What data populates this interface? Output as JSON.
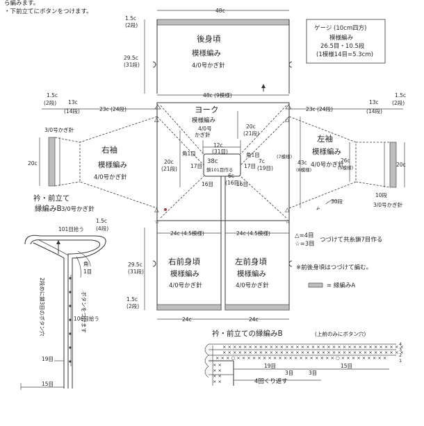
{
  "header": {
    "line1": "ら編みます。",
    "line2": "・下前立てにボタンをつけます。"
  },
  "gauge": {
    "title": "ゲージ (10cm四方)",
    "line1": "模様編み",
    "line2": "26.5目・10.5段",
    "line3": "(1模様14目=5.3cm)"
  },
  "back": {
    "title": "後身頃",
    "pattern": "模様編み",
    "hook": "4/0号かぎ針",
    "width_top": "48c",
    "width_mid": "48c (9模様)",
    "border_h": "1.5c",
    "border_rows": "(2段)",
    "height": "29.5c",
    "height_rows": "(31段)"
  },
  "yoke": {
    "title": "ヨーク",
    "pattern": "模様編み",
    "hook": "4/0号",
    "hook2": "かぎ針",
    "depth": "20c",
    "depth_rows": "(21段)",
    "inner_w": "12c",
    "inner_rows": "(31目)",
    "center": "38c",
    "center_sub": "鎖101目作る",
    "corner": "角1目",
    "side_v": "17目",
    "bottom_v": "16目",
    "small": "6c",
    "small_rows": "(16目)",
    "right_side": "7c",
    "right_side_rows": "(19目)"
  },
  "right_sleeve": {
    "title": "右袖",
    "pattern": "模様編み",
    "hook": "4/0号かぎ針",
    "cuff_hook": "3/0号かぎ針",
    "cuff_w": "20c",
    "top_w": "23c (24段)",
    "top_13": "13c",
    "top_13_rows": "(14段)",
    "top_15": "1.5c",
    "top_15_rows": "(2段)"
  },
  "left_sleeve": {
    "title": "左袖",
    "pattern": "模様編み",
    "hook": "4/0号かぎ針",
    "cuff_hook": "3/0号かぎ針",
    "cuff_w": "20c",
    "h43": "43c",
    "h43_rows": "(8模様)",
    "h26": "26c",
    "h26_rows": "(5模様)",
    "rep": "(7模様)",
    "d30": "30段",
    "d10": "10段",
    "top_w": "23c (24段)",
    "top_13": "13c",
    "top_13_rows": "(14段)",
    "top_15": "1.5c",
    "top_15_rows": "(2段)"
  },
  "right_front": {
    "title": "右前身頃",
    "pattern": "模様編み",
    "hook": "4/0号かぎ針",
    "width_top": "24c (4.5模様)",
    "width_bot": "24c",
    "height": "29.5c",
    "height_rows": "(31段)",
    "border_h": "1.5c",
    "border_rows": "(2段)"
  },
  "left_front": {
    "title": "左前身頃",
    "pattern": "模様編み",
    "hook": "4/0号かぎ針",
    "width_top": "24c (4.5模様)",
    "width_bot": "24c"
  },
  "notes": {
    "triangle": "△=4目",
    "star": "☆=3目",
    "join": "つづけて共糸鎖7目作る",
    "body": "※前後身頃はつづけて編む。",
    "legend": "= 縁編みA"
  },
  "collar": {
    "title": "衿・前立て",
    "pattern": "縁編みB",
    "hook": "3/0号かぎ針",
    "picks": "101目拾う",
    "height": "1.5c",
    "height_rows": "(4段)",
    "corner": "角",
    "corner2": "1目",
    "button_note": "ボタンをつけます",
    "buttonhole_note": "2段めに鎖3目のボタン穴",
    "picks2": "106目拾う",
    "r19": "19目",
    "r15": "15目"
  },
  "edge_chart": {
    "title": "衿・前立ての縁編みB",
    "subtitle": "(上前のみにボタン穴)",
    "r19": "19目",
    "r3a": "3目",
    "r3b": "3目",
    "r15": "15目",
    "repeat": "4回くり返す",
    "rows": [
      "4",
      "3",
      "2",
      "1"
    ]
  }
}
